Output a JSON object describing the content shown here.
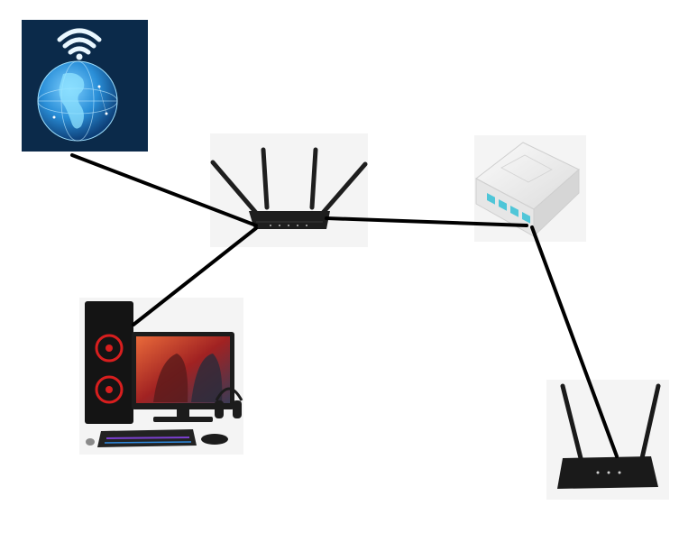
{
  "nodes": [
    {
      "id": "internet",
      "icon": "globe-wifi-icon"
    },
    {
      "id": "router-main",
      "icon": "router-four-antenna-icon"
    },
    {
      "id": "mikrotik",
      "icon": "mikrotik-router-icon"
    },
    {
      "id": "gaming-pc",
      "icon": "gaming-pc-icon"
    },
    {
      "id": "router-secondary",
      "icon": "router-two-antenna-icon"
    }
  ],
  "links": [
    {
      "from": "internet",
      "to": "router-main"
    },
    {
      "from": "router-main",
      "to": "mikrotik"
    },
    {
      "from": "router-main",
      "to": "gaming-pc"
    },
    {
      "from": "mikrotik",
      "to": "router-secondary"
    }
  ],
  "colors": {
    "link": "#000000",
    "globe_bg": "#0b2a4a",
    "globe": "#2a8fd8",
    "router_body": "#1e1e1e",
    "mikrotik_body": "#f2f2f2",
    "mikrotik_accent": "#4fc6d8",
    "pc_accent": "#d81e1e"
  }
}
